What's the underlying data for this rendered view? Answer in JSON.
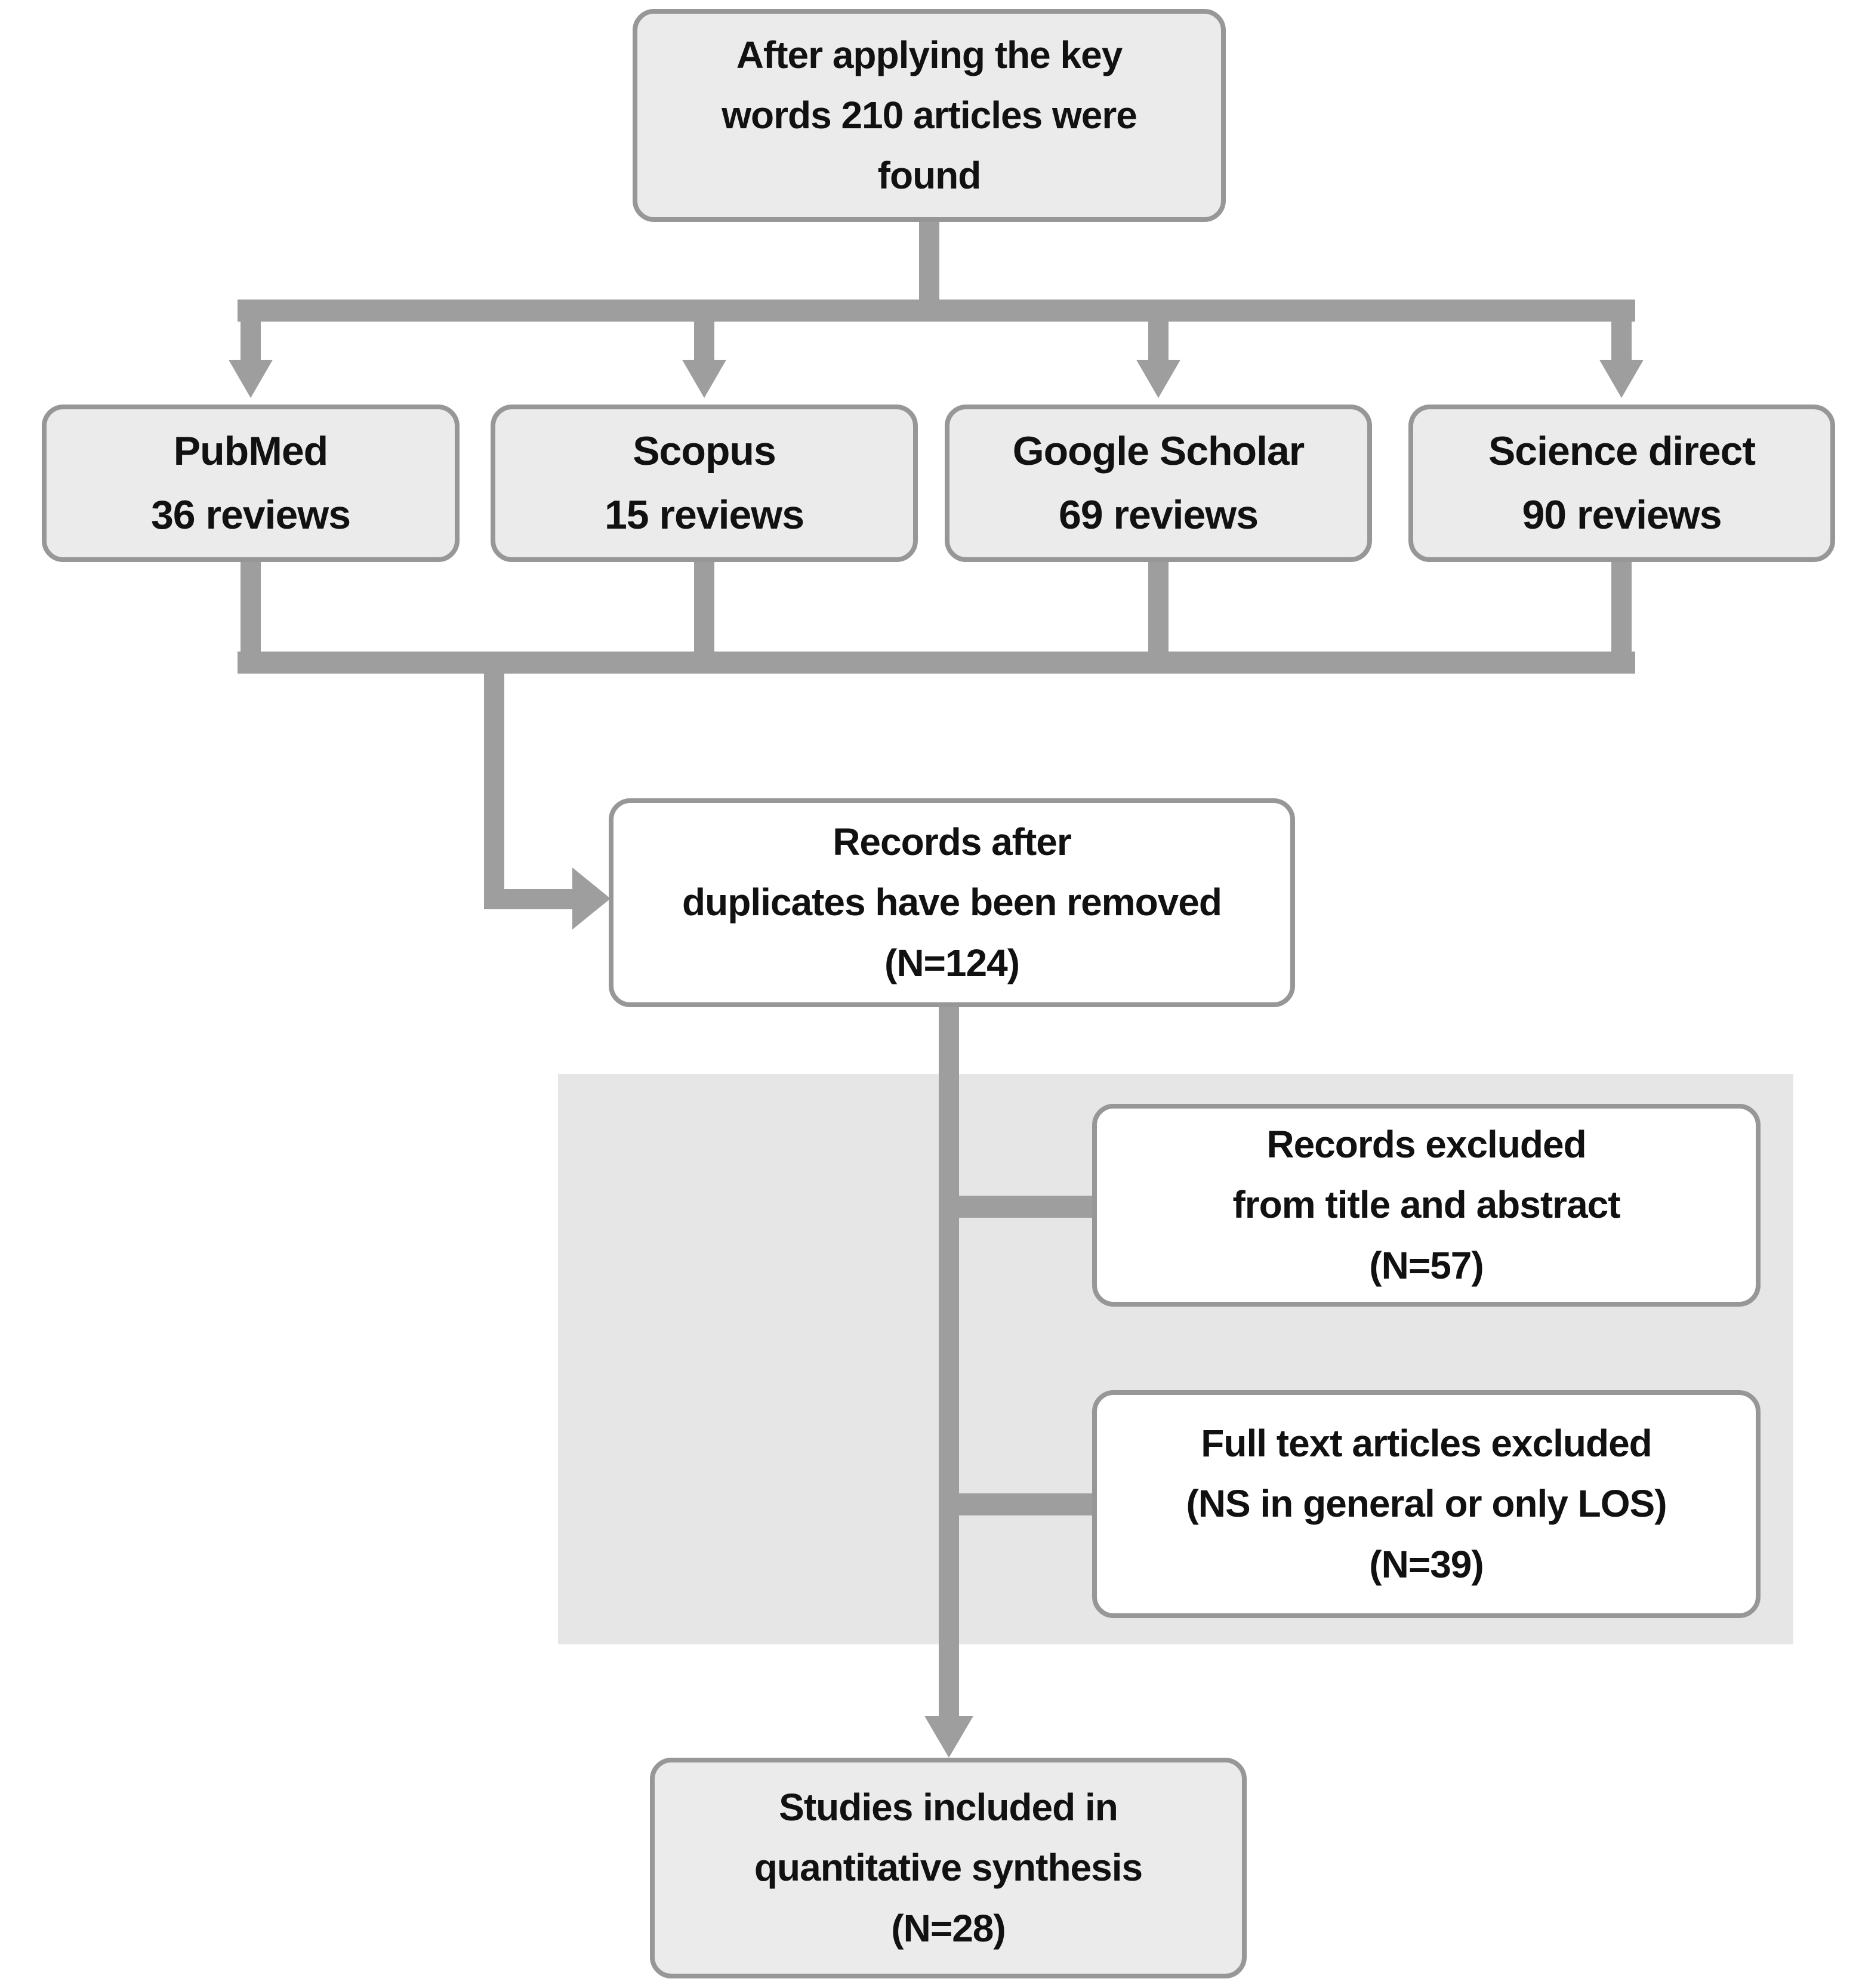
{
  "diagram": {
    "top_box": {
      "lines": [
        "After applying the key",
        "words 210 articles were",
        "found"
      ]
    },
    "sources": [
      {
        "name": "PubMed",
        "count": "36 reviews"
      },
      {
        "name": "Scopus",
        "count": "15 reviews"
      },
      {
        "name": "Google Scholar",
        "count": "69 reviews"
      },
      {
        "name": "Science direct",
        "count": "90 reviews"
      }
    ],
    "dedup_box": {
      "lines": [
        "Records after",
        "duplicates have been removed",
        "(N=124)"
      ]
    },
    "excluded_title_abstract_box": {
      "lines": [
        "Records excluded",
        "from title and abstract",
        "(N=57)"
      ]
    },
    "excluded_fulltext_box": {
      "lines": [
        "Full text articles excluded",
        "(NS in general or only LOS)",
        "(N=39)"
      ]
    },
    "included_box": {
      "lines": [
        "Studies included in",
        "quantitative synthesis",
        "(N=28)"
      ]
    },
    "colors": {
      "connector": "#9e9e9e",
      "border": "#979797",
      "gray_fill": "#ebebeb",
      "white_fill": "#ffffff",
      "region_fill": "#e6e6e6",
      "text": "#111111",
      "background": "#ffffff"
    }
  }
}
